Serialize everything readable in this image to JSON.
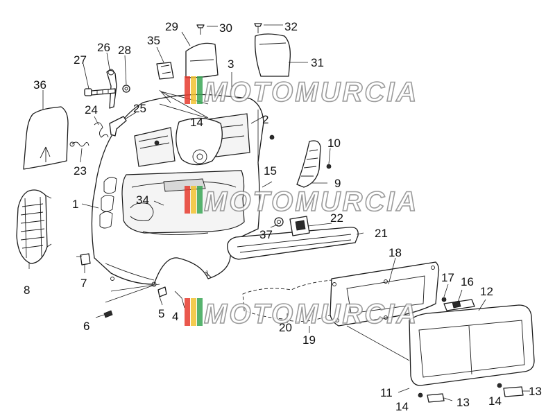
{
  "watermark": {
    "text": "MOTOMURCIA",
    "stripe_colors": [
      "#e63b2e",
      "#f2c230",
      "#3aa655"
    ]
  },
  "callouts": [
    "1",
    "2",
    "3",
    "4",
    "5",
    "6",
    "7",
    "8",
    "9",
    "10",
    "11",
    "12",
    "13",
    "13",
    "14",
    "14",
    "14",
    "15",
    "16",
    "17",
    "18",
    "19",
    "20",
    "21",
    "22",
    "23",
    "24",
    "25",
    "26",
    "27",
    "28",
    "29",
    "30",
    "31",
    "32",
    "34",
    "35",
    "36",
    "37"
  ]
}
